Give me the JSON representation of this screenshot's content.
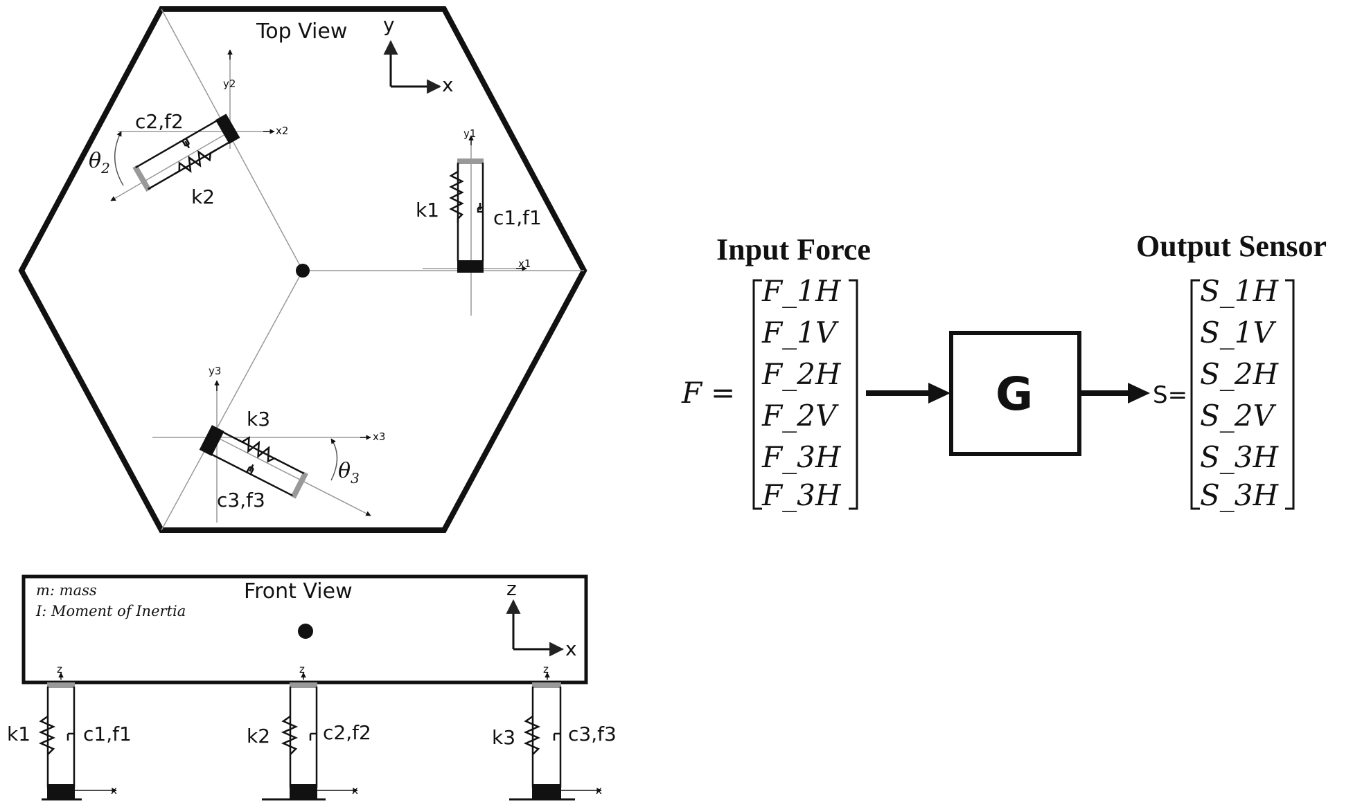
{
  "top_view": {
    "title": "Top View",
    "frame_axes": {
      "y": "y",
      "x": "x"
    },
    "mount1": {
      "y_axis": "y1",
      "x_axis": "x1",
      "spring": "k1",
      "damper": "c1,f1"
    },
    "mount2": {
      "y_axis": "y2",
      "x_axis": "x2",
      "spring": "k2",
      "damper": "c2,f2",
      "angle": "θ",
      "angle_sub": "2"
    },
    "mount3": {
      "y_axis": "y3",
      "x_axis": "x3",
      "spring": "k3",
      "damper": "c3,f3",
      "angle": "θ",
      "angle_sub": "3"
    }
  },
  "front_view": {
    "title": "Front View",
    "legend_mass": "m: mass",
    "legend_inertia": "I: Moment of Inertia",
    "frame_axes": {
      "z": "z",
      "x": "x"
    },
    "legs": [
      {
        "z": "z",
        "x": "x",
        "spring": "k1",
        "damper": "c1,f1"
      },
      {
        "z": "z",
        "x": "x",
        "spring": "k2",
        "damper": "c2,f2"
      },
      {
        "z": "z",
        "x": "x",
        "spring": "k3",
        "damper": "c3,f3"
      }
    ]
  },
  "block_diagram": {
    "input_title": "Input Force",
    "input_symbol": "F",
    "equals": "=",
    "input_vector": [
      "F_1H",
      "F_1V",
      "F_2H",
      "F_2V",
      "F_3H",
      "F_3H"
    ],
    "block_label": "G",
    "output_title": "Output Sensor",
    "output_symbol": "S=",
    "output_vector": [
      "S_1H",
      "S_1V",
      "S_2H",
      "S_2V",
      "S_3H",
      "S_3H"
    ]
  }
}
